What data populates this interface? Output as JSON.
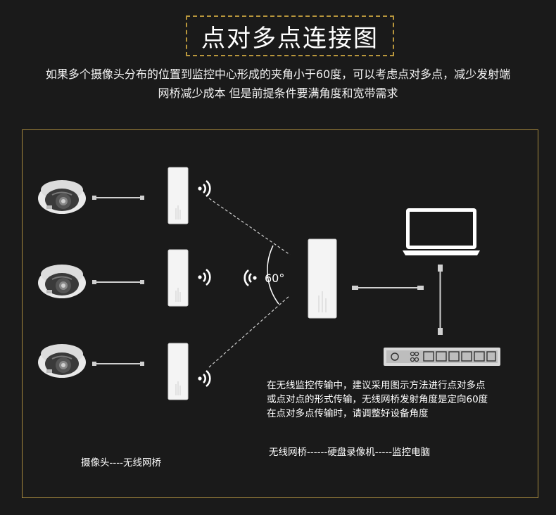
{
  "title": "点对多点连接图",
  "intro": {
    "line1": "如果多个摄像头分布的位置到监控中心形成的夹角小于60度，可以考虑点对多点，减少发射端",
    "line2": "网桥减少成本 但是前提条件要满角度和宽带需求"
  },
  "diagram": {
    "angle_label": "60°",
    "note_lines": [
      "在无线监控传输中，建议采用图示方法进行点对多点",
      "或点对点的形式传输，无线网桥发射角度是定向60度",
      "在点对多点传输时，请调整好设备角度"
    ],
    "caption_left": "摄像头----无线网桥",
    "caption_right": "无线网桥------硬盘录像机-----监控电脑"
  },
  "colors": {
    "background": "#1a1a1a",
    "frame_border": "#a78a3e",
    "title_border": "#b8963c",
    "device_white": "#f4f4f4"
  },
  "icons": [
    "dome-camera-icon",
    "wireless-bridge-icon",
    "wifi-signal-icon",
    "laptop-icon",
    "nvr-icon",
    "cable-icon"
  ]
}
